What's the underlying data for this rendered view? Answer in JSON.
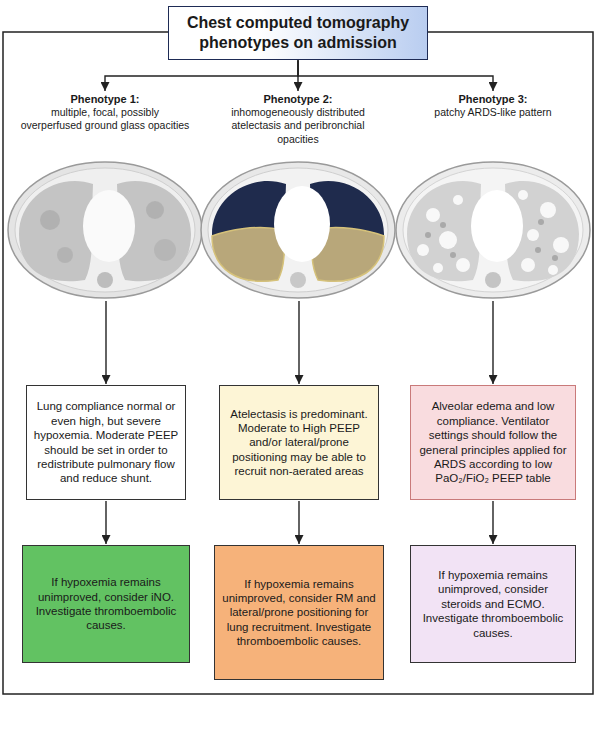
{
  "diagram": {
    "nodes": [
      {
        "text": [
          "Chest computed tomography phenotypes on admission"
        ]
      },
      {
        "text": [
          "Phenotype 1:",
          "multiple, focal, possibly overperfused ground glass opacities"
        ]
      },
      {
        "text": [
          "Phenotype 2:",
          "inhomogeneously distributed atelectasis and peribronchial opacities"
        ]
      },
      {
        "text": [
          "Phenotype 3:",
          "patchy ARDS-like pattern"
        ]
      },
      {
        "text": [
          "Lung compliance normal or even high, but severe hypoxemia. Moderate PEEP should be set in order to redistribute pulmonary flow and reduce shunt."
        ]
      },
      {
        "text": [
          "Atelectasis is predominant. Moderate to High PEEP and/or lateral/prone positioning may be able to recruit non-aerated areas"
        ]
      },
      {
        "text": [
          "Alveolar edema and low compliance. Ventilator settings should follow the general principles applied for ARDS according to low PaO₂/FiO₂ PEEP table"
        ]
      },
      {
        "text": [
          "If hypoxemia remains unimproved, consider iNO. Investigate thromboembolic causes."
        ]
      },
      {
        "text": [
          "If hypoxemia remains unimproved, consider RM and lateral/prone positioning for lung recruitment. Investigate thromboembolic causes."
        ]
      },
      {
        "text": [
          "If hypoxemia remains unimproved, consider steroids and ECMO. Investigate thromboembolic causes."
        ]
      }
    ],
    "edges": [
      {
        "from": 0,
        "to": 1,
        "arrow": "to"
      },
      {
        "from": 0,
        "to": 2,
        "arrow": "to"
      },
      {
        "from": 0,
        "to": 3,
        "arrow": "to"
      },
      {
        "from": 1,
        "to": 4,
        "arrow": "to"
      },
      {
        "from": 2,
        "to": 5,
        "arrow": "to"
      },
      {
        "from": 3,
        "to": 6,
        "arrow": "to"
      },
      {
        "from": 4,
        "to": 7,
        "arrow": "to"
      },
      {
        "from": 5,
        "to": 8,
        "arrow": "to"
      },
      {
        "from": 6,
        "to": 9,
        "arrow": "to"
      }
    ]
  }
}
